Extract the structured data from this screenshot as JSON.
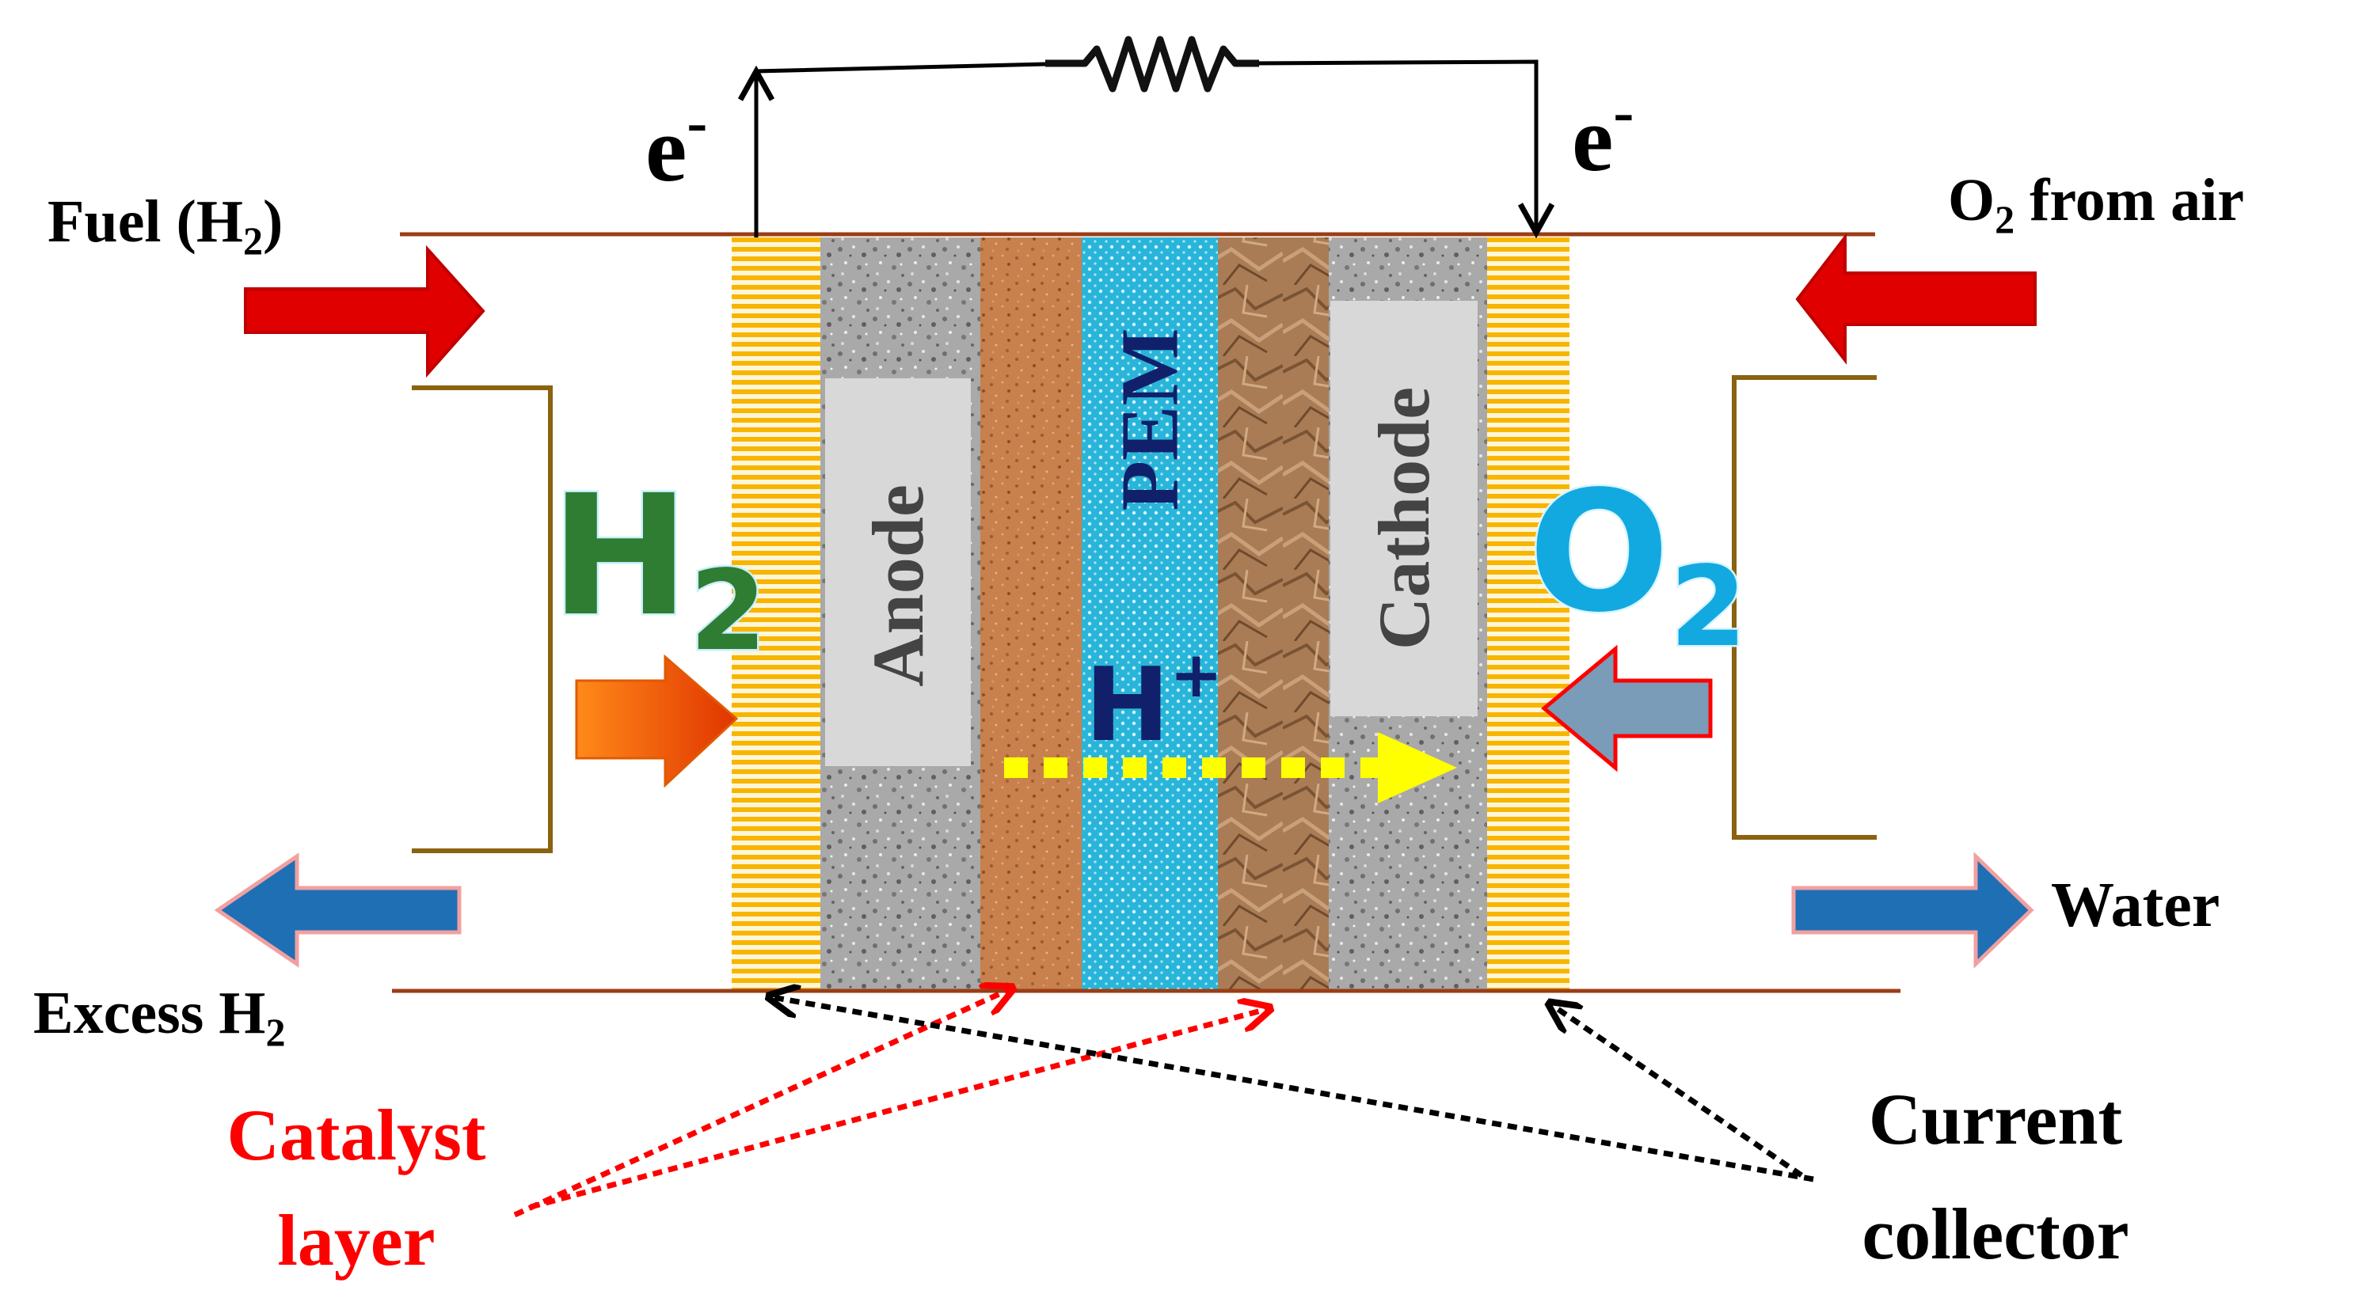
{
  "labels": {
    "fuel_prefix": "Fuel (H",
    "fuel_sub": "2",
    "fuel_suffix": ")",
    "o2_air_prefix": "O",
    "o2_air_sub": "2",
    "o2_air_suffix": " from air",
    "excess_prefix": "Excess H",
    "excess_sub": "2",
    "water": "Water",
    "electron_left": "e",
    "electron_left_sup": "-",
    "electron_right": "e",
    "electron_right_sup": "-",
    "anode": "Anode",
    "cathode": "Cathode",
    "pem": "PEM",
    "proton": "H",
    "proton_sup": "+",
    "h2_big": "H",
    "h2_big_sub": "2",
    "o2_big": "O",
    "o2_big_sub": "2",
    "catalyst_line1": "Catalyst",
    "catalyst_line2": "layer",
    "collector_line1": "Current",
    "collector_line2": "collector"
  },
  "colors": {
    "flow_red": "#e00000",
    "flow_blue": "#1f6fb4",
    "h2_green": "#2e7d32",
    "o2_cyan": "#12a9e0",
    "proton_navy": "#10206b",
    "catalyst_label": "#ff0000",
    "proton_path": "#ffff00",
    "current_collector": "#f7b500",
    "anode_gray": "#a7a7a7",
    "catalyst_left": "#c8804d",
    "pem_blue": "#29b5d9",
    "catalyst_right": "#a97c55",
    "wire_brown": "#9b3d16",
    "bracket": "#8a6210"
  }
}
